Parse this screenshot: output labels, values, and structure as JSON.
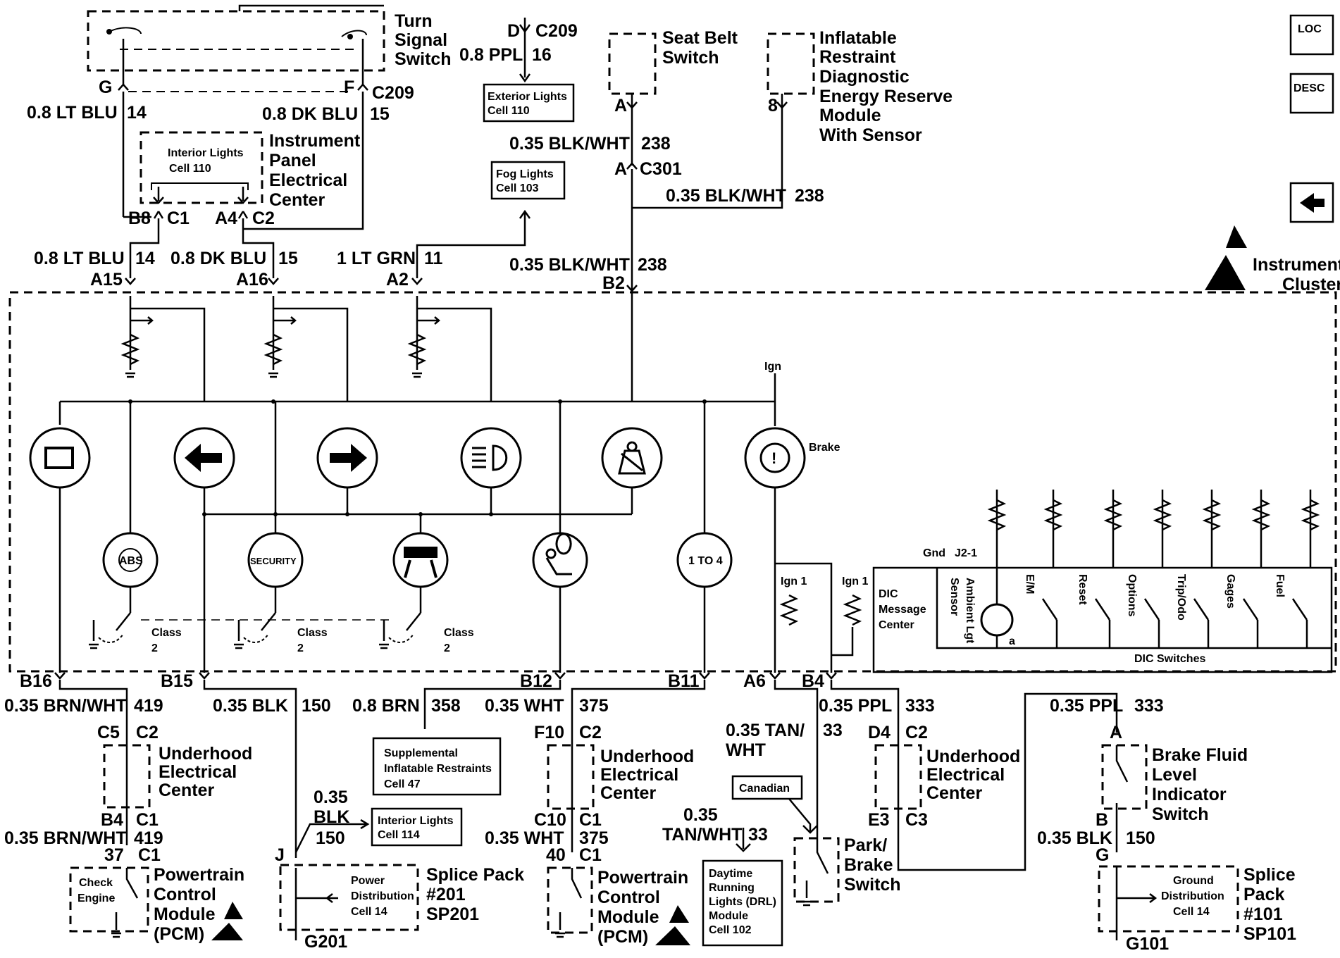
{
  "nav": {
    "loc": "LOC",
    "desc": "DESC",
    "back": "back-arrow"
  },
  "labels": {
    "turn_signal": [
      "Turn",
      "Signal",
      "Switch"
    ],
    "seat_belt": [
      "Seat Belt",
      "Switch"
    ],
    "inflatable": [
      "Inflatable",
      "Restraint",
      "Diagnostic",
      "Energy Reserve",
      "Module",
      "With Sensor"
    ],
    "instrument_cluster": [
      "Instrument",
      "Cluster"
    ],
    "ipec": [
      "Instrument",
      "Panel",
      "Electrical",
      "Center"
    ],
    "ext_lights": [
      "Exterior Lights",
      "Cell 110"
    ],
    "fog_lights": [
      "Fog Lights",
      "Cell 103"
    ],
    "int_lights_110": [
      "Interior Lights",
      "Cell 110"
    ],
    "uhec": [
      "Underhood",
      "Electrical",
      "Center"
    ],
    "pcm": [
      "Powertrain",
      "Control",
      "Module",
      "(PCM)"
    ],
    "check_engine": [
      "Check",
      "Engine"
    ],
    "sir": [
      "Supplemental",
      "Inflatable Restraints",
      "Cell 47"
    ],
    "int_lights_114": [
      "Interior Lights",
      "Cell 114"
    ],
    "splice201": [
      "Splice Pack",
      "#201",
      "SP201"
    ],
    "power_dist": [
      "Power",
      "Distribution",
      "Cell 14"
    ],
    "canadian": "Canadian",
    "drl": [
      "Daytime",
      "Running",
      "Lights (DRL)",
      "Module",
      "Cell 102"
    ],
    "park_brake": [
      "Park/",
      "Brake",
      "Switch"
    ],
    "brake_fluid": [
      "Brake Fluid",
      "Level",
      "Indicator",
      "Switch"
    ],
    "splice101": [
      "Splice",
      "Pack",
      "#101",
      "SP101"
    ],
    "ground_dist": [
      "Ground",
      "Distribution",
      "Cell 14"
    ],
    "g201": "G201",
    "g101": "G101",
    "brake": "Brake",
    "ign": "Ign",
    "ign1": "Ign 1",
    "gnd": "Gnd",
    "j21": "J2-1",
    "dic_center": [
      "DIC",
      "Message",
      "Center"
    ],
    "dic_switches": "DIC Switches",
    "ambient": [
      "Ambient Lgt",
      "Sensor"
    ],
    "dic_labels": [
      "E/M",
      "Reset",
      "Options",
      "Trip/Odo",
      "Gages",
      "Fuel"
    ],
    "class2": [
      "Class",
      "2"
    ],
    "abs": "ABS",
    "security": "SECURITY",
    "one_to_4": "1 TO 4",
    "a_label": "a"
  },
  "wires": {
    "w1": "0.8 LT BLU",
    "n1": "14",
    "w2": "0.8 DK BLU",
    "n2": "15",
    "w3": "0.8 PPL",
    "n3": "16",
    "w4": "0.35 BLK/WHT",
    "n4": "238",
    "w5": "1 LT GRN",
    "n5": "11",
    "w6": "0.35 BRN/WHT",
    "n6": "419",
    "w7": "0.35 BLK",
    "n7": "150",
    "w8": "0.8 BRN",
    "n8": "358",
    "w9": "0.35 WHT",
    "n9": "375",
    "w10": "0.35 PPL",
    "n10": "333",
    "w11a": "0.35 TAN/",
    "w11b": "WHT",
    "n11": "33",
    "w12a": "0.35",
    "w12b": "TAN/WHT",
    "w13a": "0.35",
    "w13b": "BLK"
  },
  "connectors": {
    "G": "G",
    "F": "F",
    "C209": "C209",
    "D": "D",
    "A": "A",
    "eight": "8",
    "C301": "C301",
    "B8": "B8",
    "C1": "C1",
    "A4": "A4",
    "C2": "C2",
    "A15": "A15",
    "A16": "A16",
    "A2": "A2",
    "B2": "B2",
    "B16": "B16",
    "B15": "B15",
    "B12": "B12",
    "B11": "B11",
    "A6": "A6",
    "B4": "B4",
    "C5": "C5",
    "F10": "F10",
    "D4": "D4",
    "C10": "C10",
    "E3": "E3",
    "C3": "C3",
    "B": "B",
    "J": "J",
    "thirtyseven": "37",
    "forty": "40"
  }
}
